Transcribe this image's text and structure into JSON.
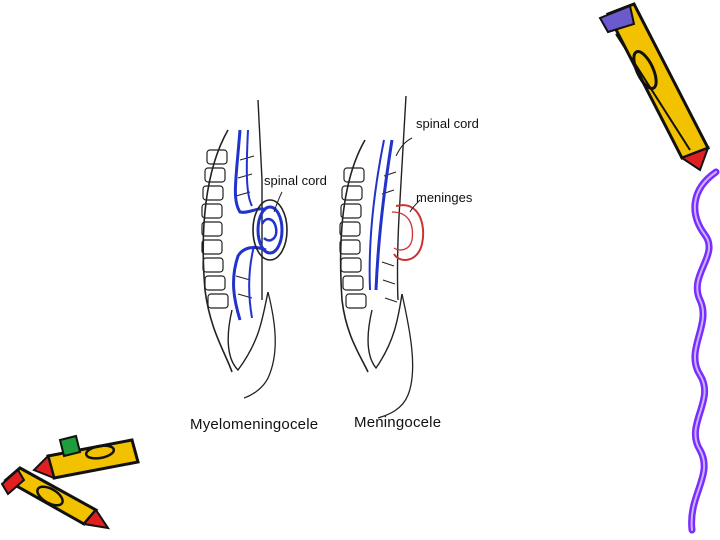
{
  "diagram": {
    "left_panel": {
      "label_spinal_cord": "spinal cord",
      "caption": "Myelomeningocele"
    },
    "right_panel": {
      "label_spinal_cord": "spinal cord",
      "label_meninges": "meninges",
      "caption": "Meningocele"
    }
  },
  "colors": {
    "spinal_cord": "#2233cc",
    "meninges": "#cc3333",
    "outline": "#222222",
    "crayon_body": "#f2c200",
    "crayon_tip": "#e02020",
    "crayon_eraser": "#6a5acd",
    "ribbon": "#7b2cff"
  },
  "icons": [
    "crayon-icon",
    "crayon-icon",
    "crayon-icon",
    "ribbon-decoration"
  ]
}
